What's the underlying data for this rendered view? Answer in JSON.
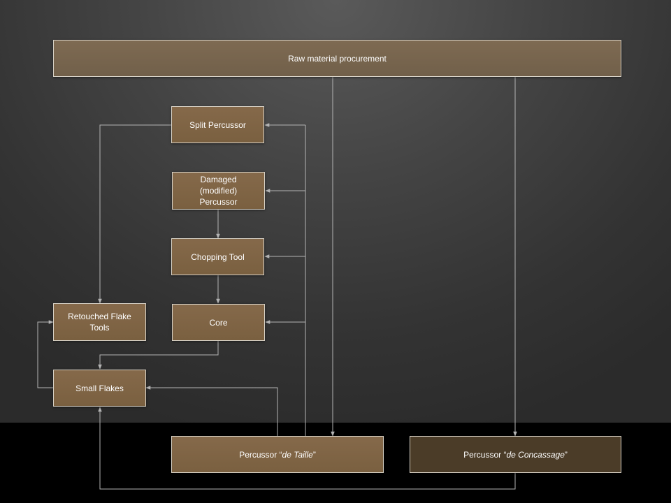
{
  "nodes": {
    "raw_material": {
      "label": "Raw material procurement"
    },
    "split_percussor": {
      "label": "Split Percussor"
    },
    "damaged_percussor": {
      "label": "Damaged (modified) Percussor"
    },
    "chopping_tool": {
      "label": "Chopping Tool"
    },
    "core": {
      "label": "Core"
    },
    "retouched_flake_tools": {
      "label": "Retouched Flake Tools"
    },
    "small_flakes": {
      "label": "Small Flakes"
    },
    "percussor_taille": {
      "prefix": "Percussor “",
      "italic": "de Taille",
      "suffix": "”"
    },
    "percussor_concassage": {
      "prefix": "Percussor “",
      "italic": "de Concassage",
      "suffix": "”"
    }
  },
  "colors": {
    "background_top": "#5a5a5a",
    "background_bottom": "#000000",
    "node_fill": "#7a6548",
    "node_dark_fill": "#4b3c28",
    "node_border": "#d8d2c6",
    "connector": "#b4b4b4"
  }
}
